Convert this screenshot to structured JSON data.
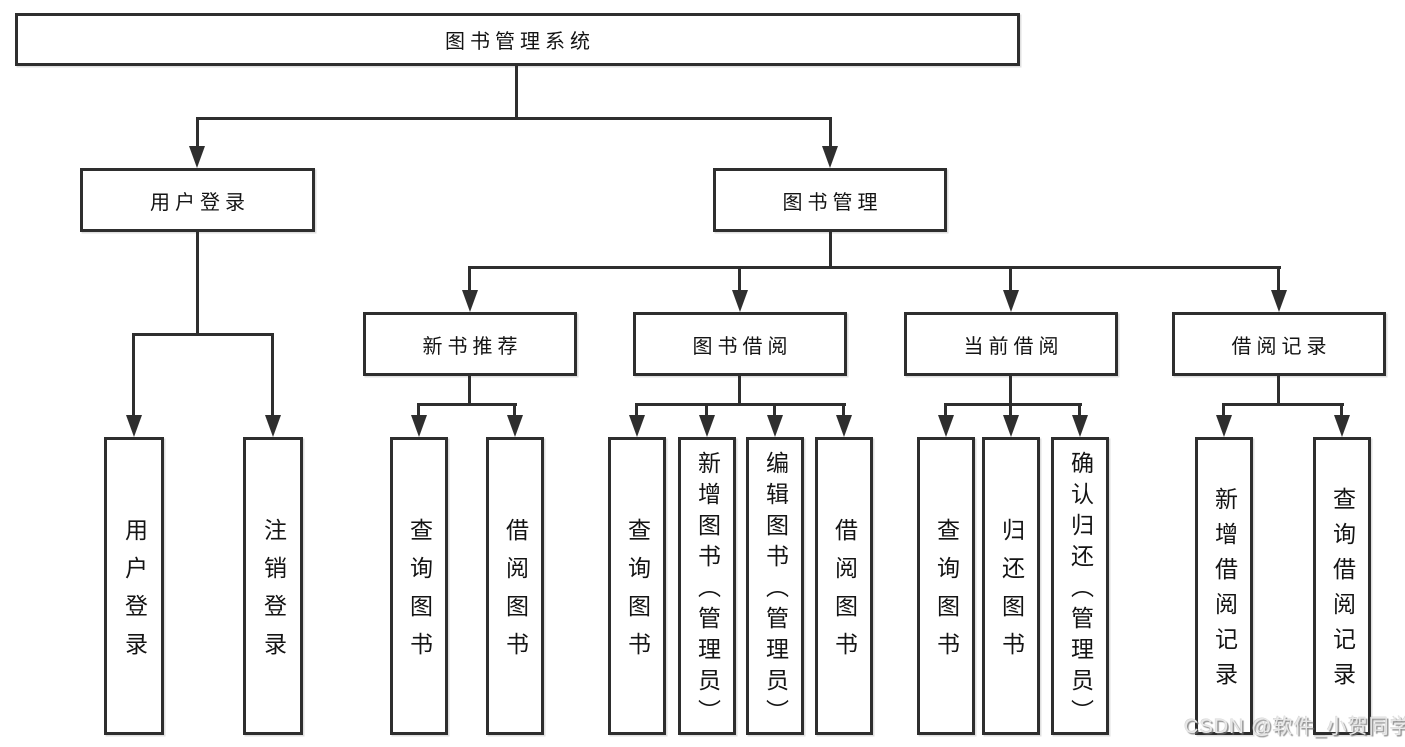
{
  "tree": {
    "root": {
      "label": "图书管理系统"
    },
    "branches": [
      {
        "label": "用户登录",
        "children": [
          {
            "label": "用户登录"
          },
          {
            "label": "注销登录"
          }
        ]
      },
      {
        "label": "图书管理",
        "groups": [
          {
            "label": "新书推荐",
            "children": [
              {
                "label": "查询图书"
              },
              {
                "label": "借阅图书"
              }
            ]
          },
          {
            "label": "图书借阅",
            "children": [
              {
                "label": "查询图书"
              },
              {
                "label": "新增图书（管理员）"
              },
              {
                "label": "编辑图书（管理员）"
              },
              {
                "label": "借阅图书"
              }
            ]
          },
          {
            "label": "当前借阅",
            "children": [
              {
                "label": "查询图书"
              },
              {
                "label": "归还图书"
              },
              {
                "label": "确认归还（管理员）"
              }
            ]
          },
          {
            "label": "借阅记录",
            "children": [
              {
                "label": "新增借阅记录"
              },
              {
                "label": "查询借阅记录"
              }
            ]
          }
        ]
      }
    ]
  },
  "watermark": {
    "text": "CSDN @软件_小贺同学"
  },
  "colors": {
    "background": "#ffffff",
    "line": "#2e2e2e",
    "box_border": "#2e2e2e",
    "text": "#141414",
    "watermark": "#e8e8e8"
  }
}
